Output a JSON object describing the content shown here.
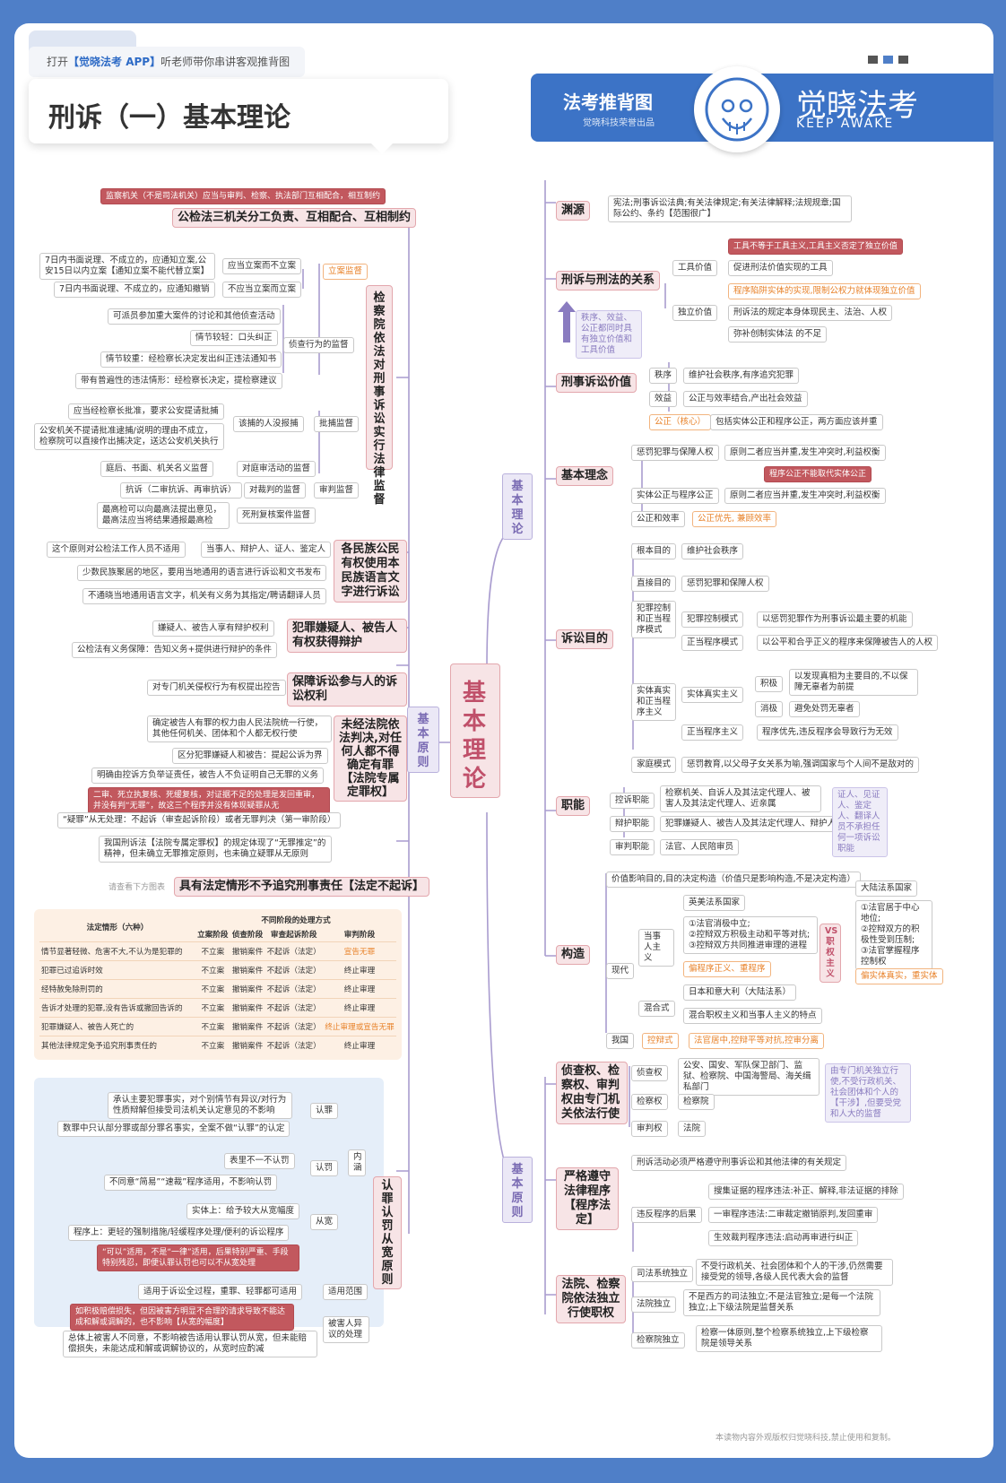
{
  "header": {
    "promo_prefix": "打开",
    "promo_app": "【觉晓法考 APP】",
    "promo_suffix": "听老师带你串讲客观推背图",
    "title": "刑诉（一）基本理论",
    "badge_title": "法考推背图",
    "badge_sub": "觉晓科技荣誉出品",
    "brand_cn": "觉晓法考",
    "brand_en": "KEEP AWAKE"
  },
  "center": {
    "label": "基本理论",
    "left_hub": "基本原则",
    "right_top_hub": "基本理论",
    "right_bottom_hub": "基本原则"
  },
  "left": {
    "n1_top": "监察机关（不是司法机关）应当与审判、检察、执法部门互相配合，相互制约",
    "n1": "公检法三机关分工负责、互相配合、互相制约",
    "n2": "检察院依法对刑事诉讼实行法律监督",
    "l_lian": "立案监督",
    "l_lian1": "应当立案而不立案",
    "l_lian1a": "7日内书面说理、不成立的，应通知立案,公安15日以内立案【通知立案不能代替立案】",
    "l_lian2": "不应当立案而立案",
    "l_lian2a": "7日内书面说理、不成立的，应通知撤销",
    "l_zc": "侦查行为的监督",
    "l_zc1": "可派员参加重大案件的讨论和其他侦查活动",
    "l_zc2": "情节较轻：口头纠正",
    "l_zc3": "情节较重：经检察长决定发出纠正违法通知书",
    "l_zc4": "带有普遍性的违法情形：经检察长决定，提检察建议",
    "l_pb": "批捕监督",
    "l_pb1": "该捕的人没报捕",
    "l_pb1a": "应当经检察长批准，要求公安提请批捕",
    "l_pb1b": "公安机关不提请批准逮捕/说明的理由不成立，检察院可以直接作出捕决定，送达公安机关执行",
    "l_sp": "审判监督",
    "l_sp1": "对庭审活动的监督",
    "l_sp1a": "庭后、书面、机关名义监督",
    "l_sp2": "对裁判的监督",
    "l_sp2a": "抗诉（二审抗诉、再审抗诉）",
    "l_sp3": "死刑复核案件监督",
    "l_sp3a": "最高检可以向最高法提出意见，最高法应当将结果通报最高检",
    "n3": "各民族公民有权使用本民族语言文字进行诉讼",
    "n3a": "当事人、辩护人、证人、鉴定人",
    "n3a1": "这个原则对公检法工作人员不适用",
    "n3b": "少数民族聚居的地区，要用当地通用的语言进行诉讼和文书发布",
    "n3c": "不通晓当地通用语言文字，机关有义务为其指定/聘请翻译人员",
    "n4": "犯罪嫌疑人、被告人有权获得辩护",
    "n4a": "嫌疑人、被告人享有辩护权利",
    "n4b": "公检法有义务保障：告知义务+提供进行辩护的条件",
    "n5": "保障诉讼参与人的诉讼权利",
    "n5a": "对专门机关侵权行为有权提出控告",
    "n6": "未经法院依法判决,对任何人都不得确定有罪【法院专属定罪权】",
    "n6a": "确定被告人有罪的权力由人民法院统一行使，其他任何机关、团体和个人都无权行使",
    "n6b": "区分犯罪嫌疑人和被告：提起公诉为界",
    "n6c": "明确由控诉方负举证责任，被告人不负证明自己无罪的义务",
    "n6d": "二审、死立执复核、死缓复核，对证据不足的处理是发回重审，并没有判“无罪”，故这三个程序并没有体现疑罪从无",
    "n6e": "“疑罪”从无处理：不起诉（审查起诉阶段）或者无罪判决（第一审阶段）",
    "n6f": "我国刑诉法【法院专属定罪权】的规定体现了“无罪推定”的精神，但未确立无罪推定原则，也未确立疑罪从无原则",
    "n7": "具有法定情形不予追究刑事责任【法定不起诉】",
    "n7_hint": "请查看下方图表",
    "n8": "认罪认罚从宽原则",
    "rr_nh": "内涵",
    "rr_rz": "认罪",
    "rr_rz1": "承认主要犯罪事实，对个别情节有异议/对行为性质辩解但接受司法机关认定意见的不影响",
    "rr_rz2": "数罪中只认部分罪或部分罪名事实，全案不做“认罪”的认定",
    "rr_rf": "认罚",
    "rr_rf1": "表里不一不认罚",
    "rr_rf2": "不同意“简易”“速裁”程序适用，不影响认罚",
    "rr_ck": "从宽",
    "rr_ck1": "实体上：给予较大从宽幅度",
    "rr_ck2": "程序上：更轻的强制措施/轻缓程序处理/便利的诉讼程序",
    "rr_fw": "适用范围",
    "rr_fw_red": "“可以”适用，不是“一律”适用，后果特别严重、手段特别残忍，即便认罪认罚也可以不从宽处理",
    "rr_fw1": "适用于诉讼全过程，重罪、轻罪都可适用",
    "rr_bh": "被害人异议的处理",
    "rr_bh_red": "如积极赔偿损失，但因被害方明显不合理的请求导致不能达成和解或调解的，也不影响【从宽的幅度】",
    "rr_bh1": "总体上被害人不同意，不影响被告适用认罪认罚从宽，但未能赔偿损失，未能达成和解或调解协议的，从宽时应酌减"
  },
  "table": {
    "col_head_main": "法定情形（六种）",
    "col_head_group": "不同阶段的处理方式",
    "cols": [
      "立案阶段",
      "侦查阶段",
      "审查起诉阶段",
      "审判阶段"
    ],
    "rows": [
      {
        "c": "情节显著轻微、危害不大,不认为是犯罪的",
        "a": "不立案",
        "b": "撤销案件",
        "s": "不起诉（法定）",
        "t": "宣告无罪",
        "t_orange": true
      },
      {
        "c": "犯罪已过追诉时效",
        "a": "不立案",
        "b": "撤销案件",
        "s": "不起诉（法定）",
        "t": "终止审理",
        "t_orange": false
      },
      {
        "c": "经特赦免除刑罚的",
        "a": "不立案",
        "b": "撤销案件",
        "s": "不起诉（法定）",
        "t": "终止审理",
        "t_orange": false
      },
      {
        "c": "告诉才处理的犯罪,没有告诉或撤回告诉的",
        "a": "不立案",
        "b": "撤销案件",
        "s": "不起诉（法定）",
        "t": "终止审理",
        "t_orange": false
      },
      {
        "c": "犯罪嫌疑人、被告人死亡的",
        "a": "不立案",
        "b": "撤销案件",
        "s": "不起诉（法定）",
        "t": "终止审理或宣告无罪",
        "t_orange": true
      },
      {
        "c": "其他法律规定免予追究刑事责任的",
        "a": "不立案",
        "b": "撤销案件",
        "s": "不起诉（法定）",
        "t": "终止审理",
        "t_orange": false
      }
    ]
  },
  "right": {
    "yy": "渊源",
    "yy1": "宪法;刑事诉讼法典;有关法律规定;有关法律解释;法规规章;国际公约、条约【范围很广】",
    "gx": "刑诉与刑法的关系",
    "gx_red": "工具不等于工具主义,工具主义否定了独立价值",
    "gx_gj": "工具价值",
    "gx_gj1": "促进刑法价值实现的工具",
    "gx_dl": "独立价值",
    "gx_dl1": "程序陷阱实体的实现,限制公权力就体现独立价值",
    "gx_dl2": "刑诉法的规定本身体现民主、法治、人权",
    "gx_dl3": "弥补创制实体法 的不足",
    "gx_note": "秩序、效益、公正都同时具有独立价值和工具价值",
    "jz": "刑事诉讼价值",
    "jz_zx": "秩序",
    "jz_zx1": "维护社会秩序,有序追究犯罪",
    "jz_xy": "效益",
    "jz_xy1": "公正与效率结合,产出社会效益",
    "jz_gz": "公正（核心）",
    "jz_gz1": "包括实体公正和程序公正，两方面应该并重",
    "ln": "基本理念",
    "ln1": "惩罚犯罪与保障人权",
    "ln1a": "原则二者应当并重,发生冲突时,利益权衡",
    "ln_red": "程序公正不能取代实体公正",
    "ln2": "实体公正与程序公正",
    "ln2a": "原则二者应当并重,发生冲突时,利益权衡",
    "ln3": "公正和效率",
    "ln3a": "公正优先, 兼顾效率",
    "md": "诉讼目的",
    "md1": "根本目的",
    "md1a": "维护社会秩序",
    "md2": "直接目的",
    "md2a": "惩罚犯罪和保障人权",
    "md3": "犯罪控制和正当程序模式",
    "md3a": "犯罪控制模式",
    "md3a1": "以惩罚犯罪作为刑事诉讼最主要的机能",
    "md3b": "正当程序模式",
    "md3b1": "以公平和合乎正义的程序来保障被告人的人权",
    "md4": "实体真实和正当程序主义",
    "md4a": "实体真实主义",
    "md4a_j": "积极",
    "md4a_j1": "以发现真相为主要目的,不以保障无辜者为前提",
    "md4a_x": "消极",
    "md4a_x1": "避免处罚无辜者",
    "md4b": "正当程序主义",
    "md4b1": "程序优先,违反程序会导致行为无效",
    "md5": "家庭模式",
    "md5a": "惩罚教育,以父母子女关系为喻,强调国家与个人间不是敌对的",
    "zn": "职能",
    "zn1": "控诉职能",
    "zn1a": "检察机关、自诉人及其法定代理人、被害人及其法定代理人、近亲属",
    "zn2": "辩护职能",
    "zn2a": "犯罪嫌疑人、被告人及其法定代理人、辩护人",
    "zn3": "审判职能",
    "zn3a": "法官、人民陪审员",
    "zn_note": "证人、见证人、鉴定人、翻译人员不承担任何一项诉讼职能",
    "gz": "构造",
    "gz_top": "价值影响目的,目的决定构造（价值只是影响构造,不是决定构造）",
    "gz_xd": "现代",
    "gz_dsr": "当事人主义",
    "gz_dsr1": "英美法系国家",
    "gz_dsr2": "①法官消极中立;\n②控辩双方积极主动和平等对抗;\n③控辩双方共同推进审理的进程",
    "gz_dsr3": "偏程序正义、重程序",
    "gz_vs": "VS职权主义",
    "gz_zq1": "大陆法系国家",
    "gz_zq2": "①法官居于中心地位;\n②控辩双方的积极性受到压制;\n③法官掌握程序控制权",
    "gz_zq3": "偏实体真实，重实体",
    "gz_hh": "混合式",
    "gz_hh1": "日本和意大利（大陆法系）",
    "gz_hh2": "混合职权主义和当事人主义的特点",
    "gz_wg": "我国",
    "gz_wg1": "控辩式",
    "gz_wg2": "法官居中,控辩平等对抗,控审分离",
    "zc": "侦查权、检察权、审判权由专门机关依法行使",
    "zc1": "侦查权",
    "zc1a": "公安、国安、军队保卫部门、监狱、检察院、中国海警局、海关缉私部门",
    "zc2": "检察权",
    "zc2a": "检察院",
    "zc3": "审判权",
    "zc3a": "法院",
    "zc_note": "由专门机关独立行使,不受行政机关、社会团体和个人的【干涉】,但要受党和人大的监督",
    "yg": "严格遵守法律程序【程序法定】",
    "yg1": "刑诉活动必须严格遵守刑事诉讼和其他法律的有关规定",
    "yg2": "违反程序的后果",
    "yg2a": "搜集证据的程序违法:补正、解释,非法证据的排除",
    "yg2b": "一审程序违法:二审裁定撤销原判,发回重审",
    "yg2c": "生效裁判程序违法:启动再审进行纠正",
    "fy": "法院、检察院依法独立行使职权",
    "fy1": "司法系统独立",
    "fy1a": "不受行政机关、社会团体和个人的干涉,仍然需要接受党的领导,各级人民代表大会的监督",
    "fy2": "法院独立",
    "fy2a": "不是西方的司法独立;不是法官独立;是每一个法院独立;上下级法院是监督关系",
    "fy3": "检察院独立",
    "fy3a": "检察一体原则,整个检察系统独立,上下级检察院是领导关系"
  },
  "footer": {
    "note": "本读物内容外观版权归觉晓科技,禁止使用和复制。"
  },
  "colors": {
    "accent": "#4f7fc8",
    "pink": "#f7e4e6",
    "red": "#c2585e",
    "orange": "#e8822a",
    "purple": "#7a6bb3"
  }
}
